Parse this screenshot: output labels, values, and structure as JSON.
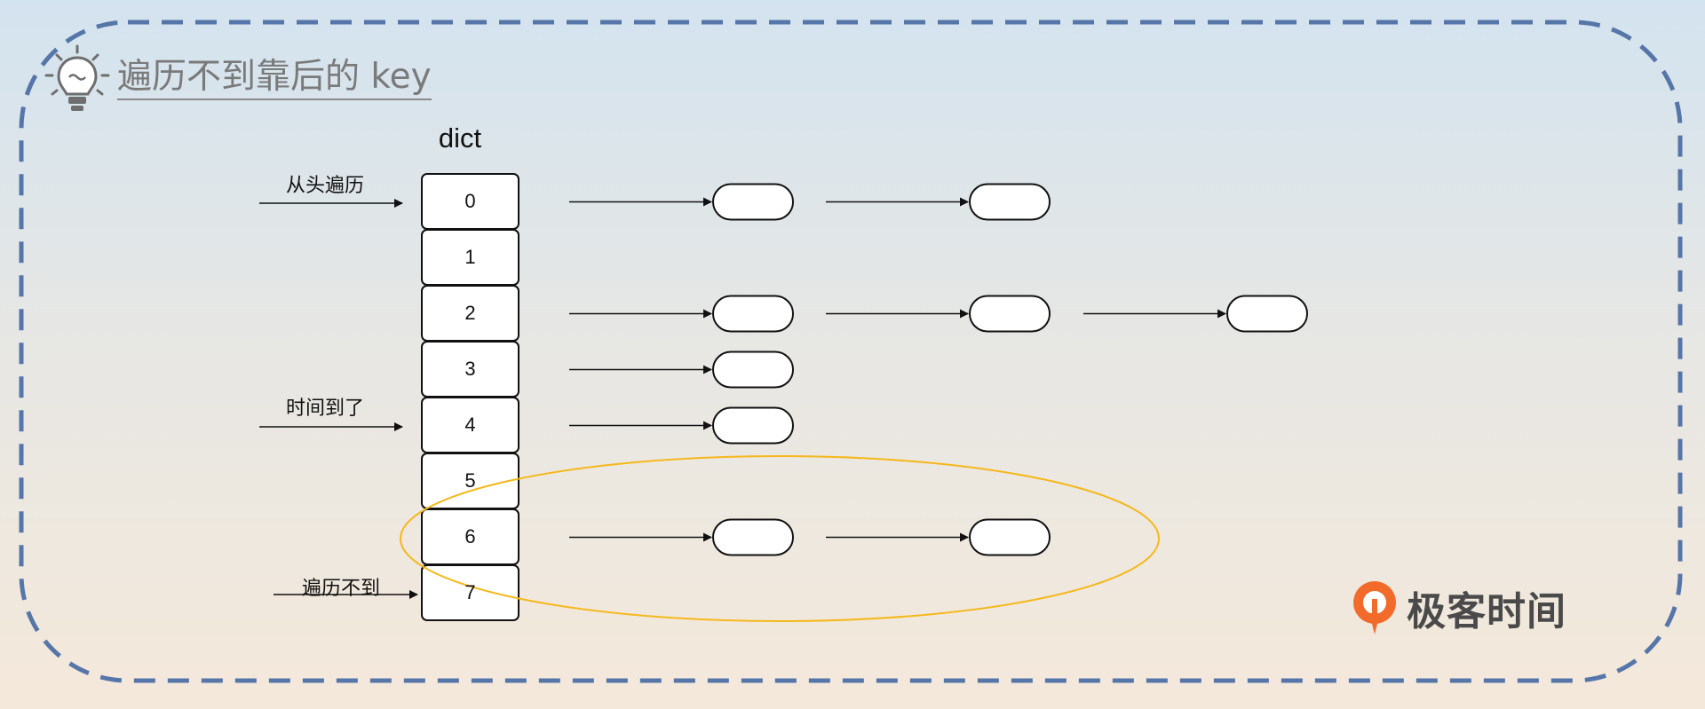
{
  "header": {
    "title": "遍历不到靠后的 key",
    "icon": "lightbulb-icon"
  },
  "dict": {
    "label": "dict",
    "slots": [
      {
        "index": "0",
        "chain_length": 2
      },
      {
        "index": "1",
        "chain_length": 0
      },
      {
        "index": "2",
        "chain_length": 3
      },
      {
        "index": "3",
        "chain_length": 1
      },
      {
        "index": "4",
        "chain_length": 1
      },
      {
        "index": "5",
        "chain_length": 0
      },
      {
        "index": "6",
        "chain_length": 2
      },
      {
        "index": "7",
        "chain_length": 0
      }
    ]
  },
  "pointers": [
    {
      "label": "从头遍历",
      "target_slot": 0
    },
    {
      "label": "时间到了",
      "target_slot": 4
    },
    {
      "label": "遍历不到",
      "target_slot": 7
    }
  ],
  "highlight": {
    "slots": [
      6,
      7
    ],
    "color": "#f5b81c"
  },
  "colors": {
    "border": "#5676a9",
    "stroke": "#111111",
    "title": "#7a7a7a"
  },
  "logo": {
    "text": "极客时间",
    "color": "#f26b2b",
    "icon": "geektime-logo-icon"
  }
}
